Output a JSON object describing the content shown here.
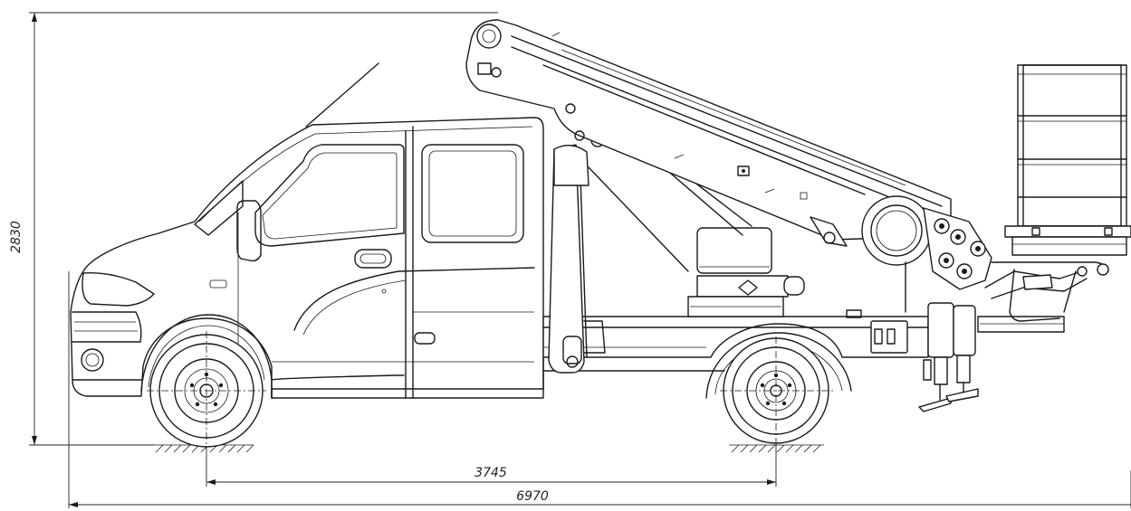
{
  "dimensions": {
    "height": "2830",
    "wheelbase": "3745",
    "overall_length": "6970"
  },
  "colors": {
    "line": "#1a1a1a",
    "background": "#ffffff"
  }
}
